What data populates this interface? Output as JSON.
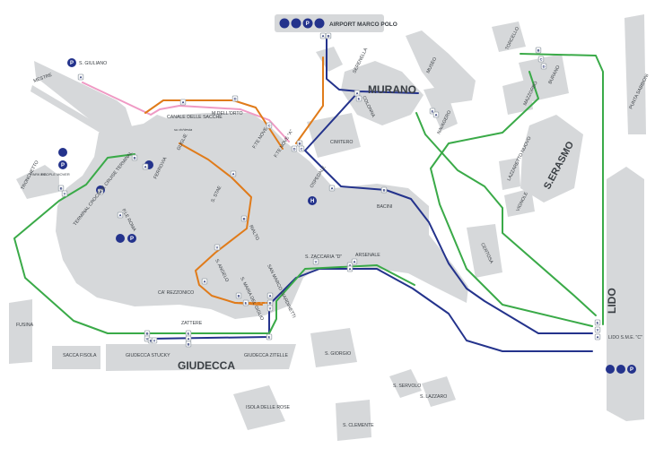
{
  "colors": {
    "land": "#d6d8da",
    "blue_line": "#24338c",
    "green_line": "#3aaa48",
    "orange_line": "#e07b1a",
    "pink_line": "#ef9ac4",
    "water": "#ffffff"
  },
  "airport": {
    "label": "AIRPORT MARCO POLO",
    "icons": [
      "bus-icon",
      "car-icon",
      "parking-icon",
      "plane-icon"
    ]
  },
  "areas": {
    "murano": "MURANO",
    "giudecca": "GIUDECCA",
    "lido": "LIDO",
    "s_erasmo": "S.ERASMO"
  },
  "labels": {
    "s_giuliano": "S. GIULIANO",
    "mestre": "MESTRE",
    "serenella": "SERENELLA",
    "museo": "MUSEO",
    "colonna": "COLONNA",
    "torcello": "TORCELLO",
    "burano": "BURANO",
    "mazzorbo": "MAZZORBO",
    "navagero": "NAVAGERO",
    "punta_sabbioni": "PUNTA SABBIONI",
    "canale_sacche": "CANALE DELLE SACCHE",
    "su_richiesta": "su richiesta",
    "m_dell_orto": "M.DELL'ORTO",
    "guglie": "GUGLIE",
    "fte_nove": "F.TE NOVE",
    "fte_nove_a": "F.TE NOVE \"A\"",
    "cimitero": "CIMITERO",
    "ospedale": "OSPEDALE",
    "bacini": "BACINI",
    "lazzaretto": "LAZZARETTO NUOVO",
    "vignole": "VIGNOLE",
    "tronchetto": "TRONCHETTO",
    "tronchetto_sub": "PARKING",
    "people_mover": "PEOPLE MOVER",
    "ferrovia": "FERROVIA",
    "p_le_roma": "P.LE ROMA",
    "terminal": "TERMINAL CROCIERE CRUISE TERMINAL",
    "s_stae": "S. STAE",
    "rialto": "RIALTO",
    "s_angelo": "S. ANGELO",
    "ca_rezzonico": "CA' REZZONICO",
    "s_maria_giglio": "S. MARIA DEL GIGLIO",
    "san_marco": "SAN MARCO GIARDINETTI",
    "s_zaccaria": "S. ZACCARIA \"D\"",
    "arsenale": "ARSENALE",
    "certosa": "CERTOSA",
    "lido_sme": "LIDO S.M.E. \"C\"",
    "zattere": "ZATTERE",
    "fusina": "FUSINA",
    "sacca_fisola": "SACCA FISOLA",
    "giudecca_stucky": "GIUDECCA STUCKY",
    "giudecca_zitelle": "GIUDECCA ZITELLE",
    "s_giorgio": "S. GIORGIO",
    "s_servolo": "S. SERVOLO",
    "s_lazzaro": "S. LAZZARO",
    "isola_rose": "ISOLA DELLE ROSE",
    "s_clemente": "S. CLEMENTE"
  },
  "stops": [
    "A",
    "B",
    "A",
    "D",
    "C",
    "A",
    "E",
    "B",
    "D",
    "C",
    "A",
    "B",
    "V",
    "A",
    "B",
    "E",
    "A",
    "B",
    "V",
    "A",
    "B",
    "E",
    "A",
    "B",
    "C",
    "D",
    "E",
    "V",
    "A",
    "A",
    "A",
    "A",
    "A",
    "B",
    "B",
    "V",
    "V",
    "A",
    "A",
    "A",
    "B",
    "V",
    "E",
    "A",
    "B",
    "B",
    "V",
    "E"
  ]
}
